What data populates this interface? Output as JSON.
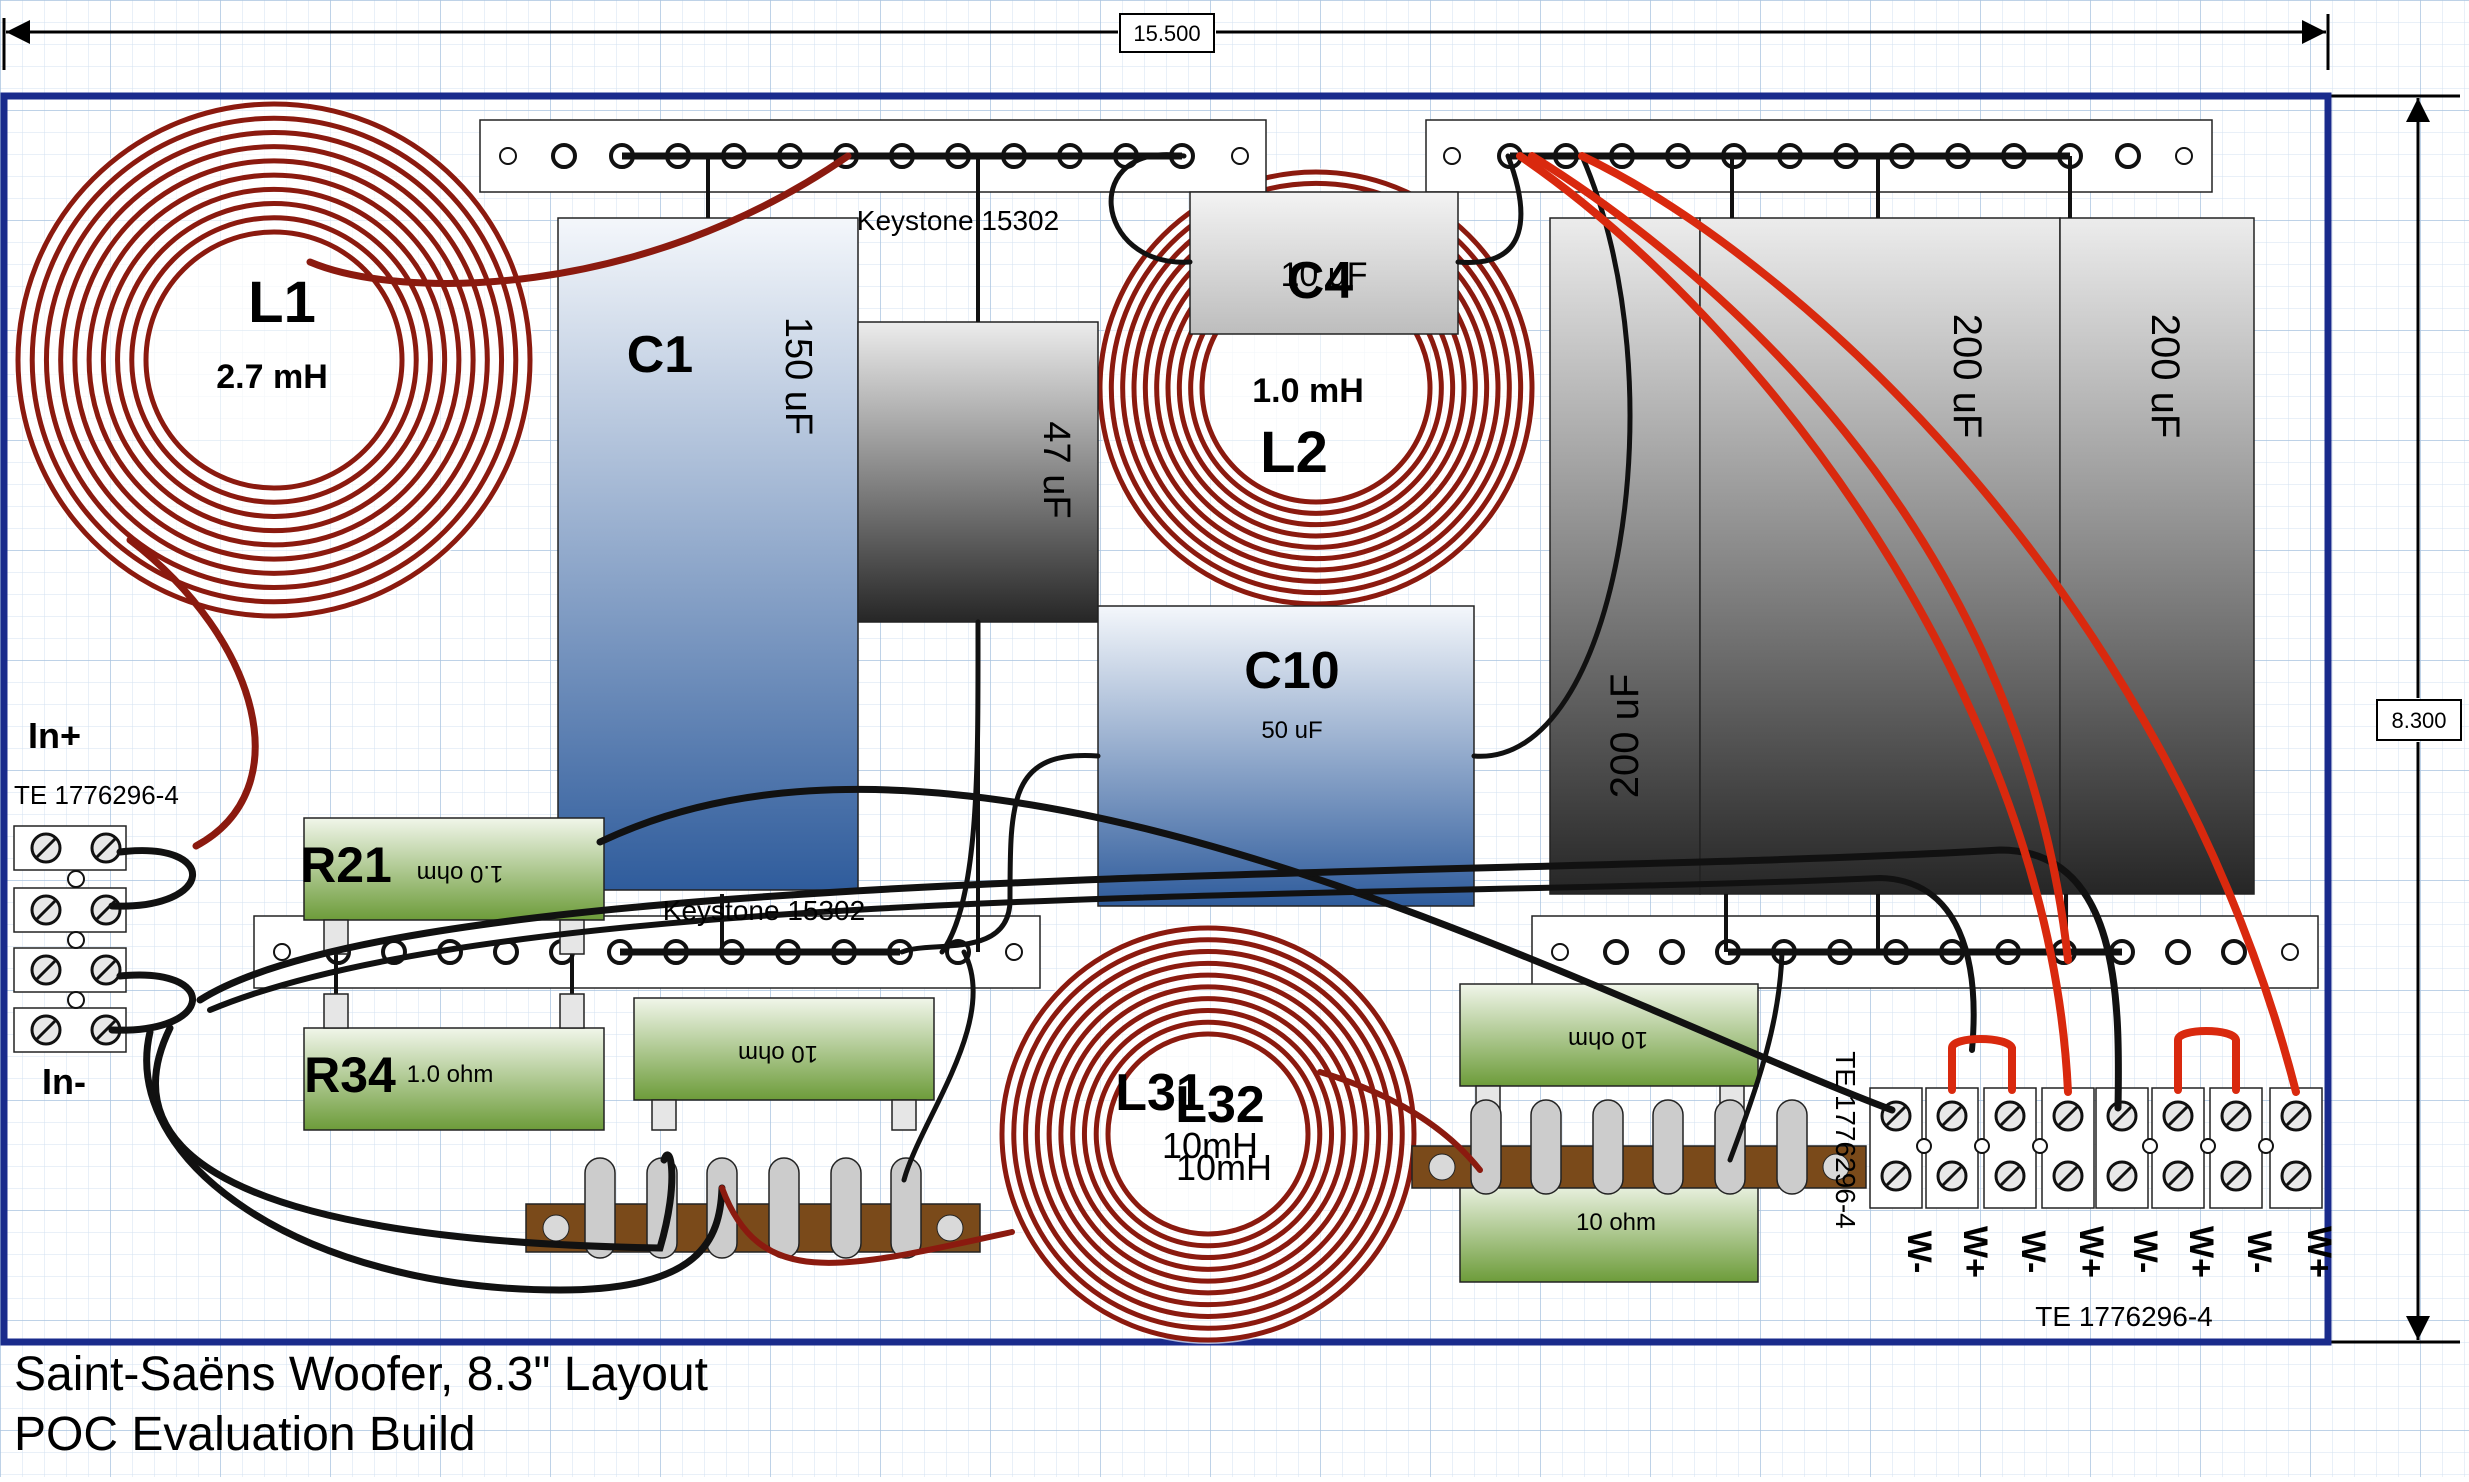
{
  "dimensions": {
    "width_label": "15.500",
    "height_label": "8.300"
  },
  "inductors": [
    {
      "id": "L1",
      "value": "2.7 mH"
    },
    {
      "id": "L2",
      "value": "1.0 mH"
    },
    {
      "id": "L31",
      "value": "10mH"
    },
    {
      "id": "L32",
      "value": "10mH"
    }
  ],
  "capacitors": [
    {
      "id": "C1",
      "value": "150 uF"
    },
    {
      "id": "",
      "value": "47 uF"
    },
    {
      "id": "C4",
      "value": "10 uF"
    },
    {
      "id": "C10",
      "value": "50 uF"
    },
    {
      "id": "",
      "value": "200 uF"
    },
    {
      "id": "",
      "value": "200 uF"
    },
    {
      "id": "",
      "value": "200 uF"
    }
  ],
  "resistors": [
    {
      "id": "R21",
      "value": "1.0 ohm"
    },
    {
      "id": "R34",
      "value": "1.0 ohm"
    },
    {
      "id": "",
      "value": "10 ohm"
    },
    {
      "id": "",
      "value": "10 ohm"
    },
    {
      "id": "",
      "value": "10 ohm"
    }
  ],
  "terminal_strips": {
    "top": "Keystone 15302",
    "middle": "Keystone 15302"
  },
  "input": {
    "plus_label": "In+",
    "minus_label": "In-",
    "part": "TE 1776296-4"
  },
  "output": {
    "part": "TE 1776296-4",
    "side_part": "TE 1776296-4",
    "labels": [
      "W-",
      "W+",
      "W-",
      "W+",
      "W-",
      "W+",
      "W-",
      "W+"
    ]
  },
  "footer": {
    "title": "Saint-Saëns Woofer, 8.3\" Layout",
    "subtitle": "POC Evaluation Build"
  },
  "colors": {
    "board_outline": "#1a2b8c",
    "grid": "#bcd2e8",
    "coil": "#8b1a0f",
    "wire_red": "#d9290e",
    "wire_black": "#111111",
    "resistor_green": "#7da94a",
    "cap_blue": "#3a64a0",
    "cap_dark": "#2a2a2a"
  }
}
